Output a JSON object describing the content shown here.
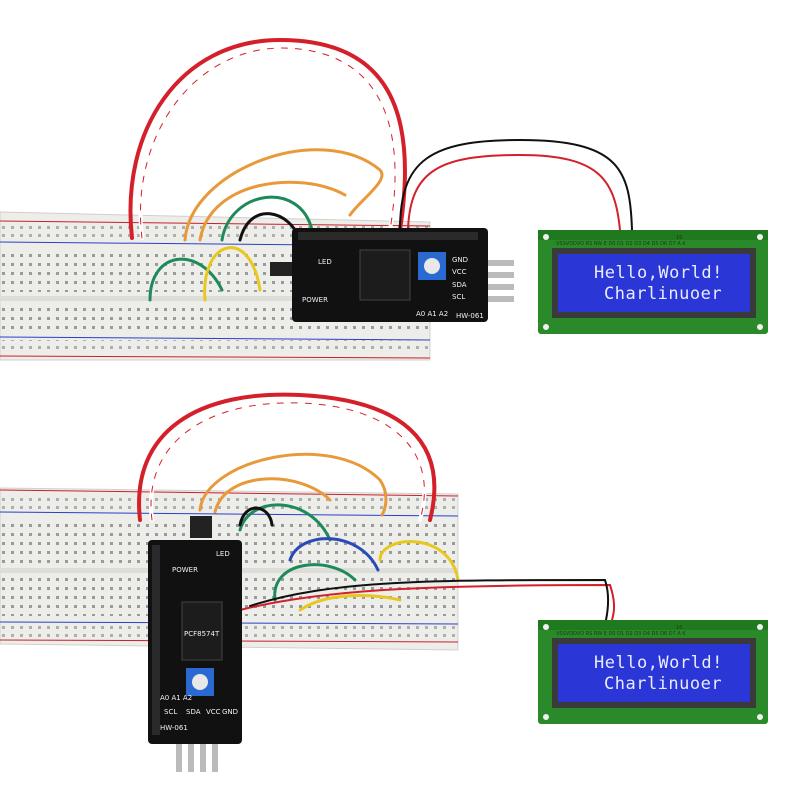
{
  "panel_top": {
    "lcd": {
      "line1": "Hello,World!",
      "line2": "Charlinuoer",
      "pin_labels": "VSSVDDVO RS RW E  D0 D1 D2 D3 D4 D5 D6 D7 A  K",
      "pin_number": "16"
    },
    "module": {
      "model": "HW-061",
      "address_pins": "A0 A1 A2",
      "led_label": "LED",
      "power_label": "POWER",
      "gnd": "GND",
      "vcc": "VCC",
      "sda": "SDA",
      "scl": "SCL"
    }
  },
  "panel_bottom": {
    "lcd": {
      "line1": "Hello,World!",
      "line2": "Charlinuoer",
      "pin_labels": "VSSVDDVO RS RW E  D0 D1 D2 D3 D4 D5 D6 D7 A  K",
      "pin_number": "16"
    },
    "module": {
      "model": "HW-061",
      "address_pins": "A0 A1 A2",
      "led_label": "LED",
      "power_label": "POWER",
      "chip_text": "PCF8574T",
      "gnd": "GND",
      "vcc": "VCC",
      "sda": "SDA",
      "scl": "SCL"
    }
  },
  "colors": {
    "lcd_blue": "#2a36d6",
    "lcd_pcb": "#2a8a2a",
    "module_pcb": "#111111",
    "wire_red": "#d4202a",
    "wire_orange": "#e89a3a",
    "wire_green": "#1e8a5a",
    "wire_yellow": "#e8c81e",
    "wire_blue": "#2a4ab8",
    "wire_black": "#111111"
  }
}
